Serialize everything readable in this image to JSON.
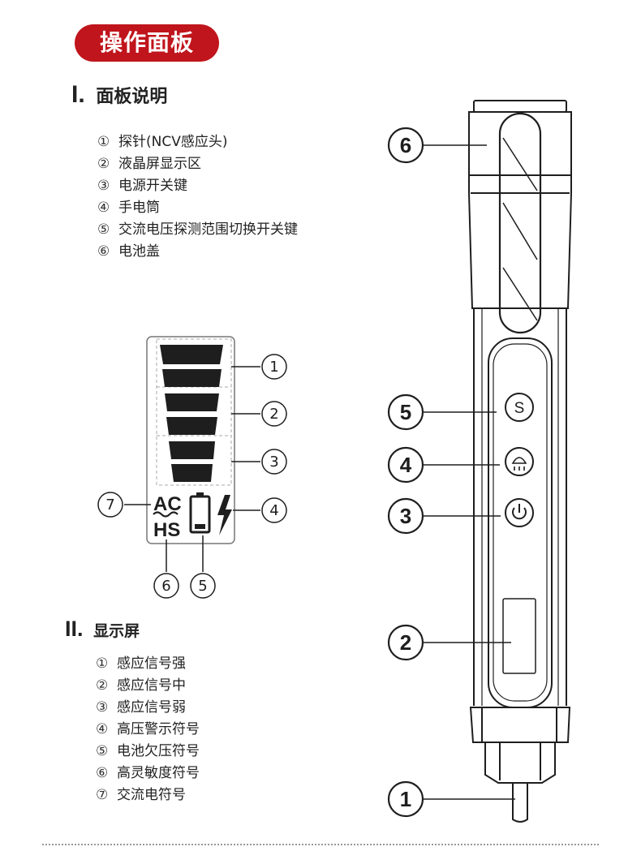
{
  "header": {
    "title": "操作面板"
  },
  "section1": {
    "roman": "I.",
    "title": "面板说明",
    "items": [
      {
        "num": "①",
        "text": "探针(NCV感应头)"
      },
      {
        "num": "②",
        "text": "液晶屏显示区"
      },
      {
        "num": "③",
        "text": "电源开关键"
      },
      {
        "num": "④",
        "text": "手电筒"
      },
      {
        "num": "⑤",
        "text": "交流电压探测范围切换开关键"
      },
      {
        "num": "⑥",
        "text": "电池盖"
      }
    ]
  },
  "section2": {
    "roman": "II.",
    "title": "显示屏",
    "items": [
      {
        "num": "①",
        "text": "感应信号强"
      },
      {
        "num": "②",
        "text": "感应信号中"
      },
      {
        "num": "③",
        "text": "感应信号弱"
      },
      {
        "num": "④",
        "text": "高压警示符号"
      },
      {
        "num": "⑤",
        "text": "电池欠压符号"
      },
      {
        "num": "⑥",
        "text": "高灵敏度符号"
      },
      {
        "num": "⑦",
        "text": "交流电符号"
      }
    ]
  },
  "lcd": {
    "ac_label": "AC",
    "hs_label": "HS",
    "callouts": [
      "1",
      "2",
      "3",
      "4",
      "5",
      "6",
      "7"
    ]
  },
  "pen": {
    "button_s_label": "S",
    "callouts": [
      "1",
      "2",
      "3",
      "4",
      "5",
      "6"
    ]
  }
}
